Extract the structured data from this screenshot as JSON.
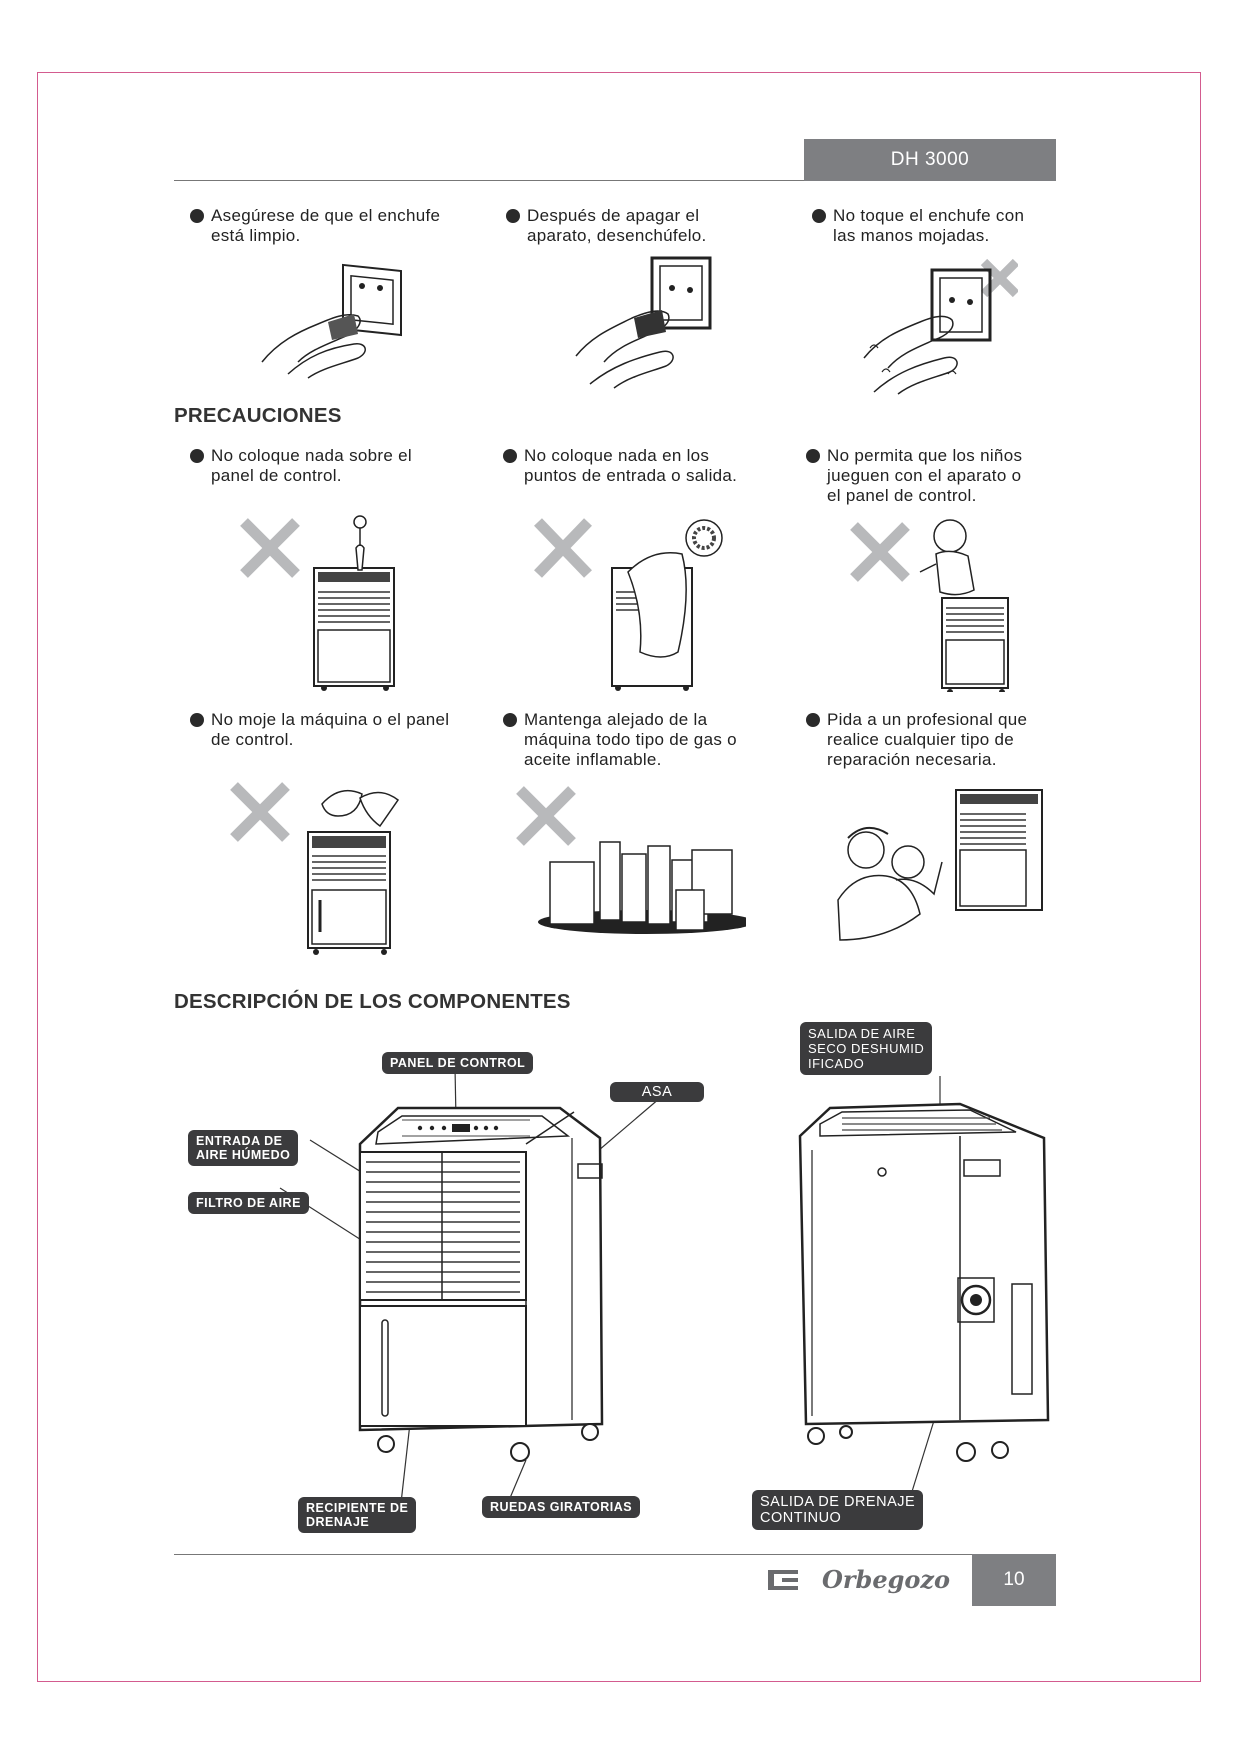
{
  "header": {
    "model": "DH 3000"
  },
  "top_bullets": [
    "Asegúrese de que el enchufe\nestá limpio.",
    "Después de apagar el\naparato, desenchúfelo.",
    "No toque el enchufe con\nlas  manos mojadas."
  ],
  "precautions": {
    "title": "PRECAUCIONES",
    "row1": [
      "No coloque nada sobre el\npanel  de control.",
      "No coloque nada en los\npuntos  de entrada o salida.",
      "No permita que los niños\njueguen con el aparato o\nel panel de control."
    ],
    "row2": [
      "No moje la máquina o el panel\nde control.",
      "Mantenga alejado de la\nmáquina todo tipo de gas o\naceite inflamable.",
      "Pida a un profesional que\nrealice cualquier tipo de\nreparación necesaria."
    ]
  },
  "components": {
    "title": "DESCRIPCIÓN DE LOS COMPONENTES",
    "labels": {
      "control_panel": "PANEL DE CONTROL",
      "handle": "ASA",
      "humid_inlet": "ENTRADA DE\nAIRE HÚMEDO",
      "air_filter": "FILTRO DE AIRE",
      "tank": "RECIPIENTE DE\nDRENAJE",
      "wheels": "RUEDAS GIRATORIAS",
      "dry_outlet": "SALIDA DE AIRE\nSECO DESHUMID\nIFICADO",
      "drain_outlet": "SALIDA DE DRENAJE\nCONTINUO"
    }
  },
  "footer": {
    "brand": "Orbegozo",
    "page": "10"
  },
  "icons": [
    "cross-mark-icon",
    "orbegozo-logo-icon"
  ]
}
